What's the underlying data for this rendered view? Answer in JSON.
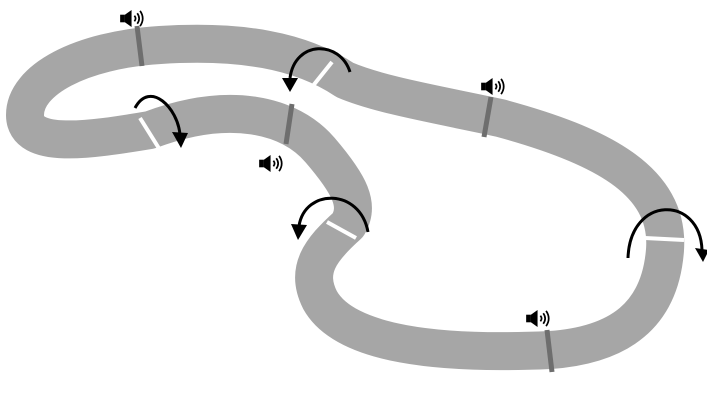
{
  "diagram": {
    "kind": "closed-loop-track",
    "colors": {
      "background": "#ffffff",
      "track": "#a6a6a6",
      "track_marker": "#6e6e6e",
      "gap": "#ffffff",
      "arrow": "#000000",
      "speaker_icon": "#000000"
    },
    "track": {
      "name": "loop-track"
    },
    "track_markers": [
      {
        "name": "track-marker-1"
      },
      {
        "name": "track-marker-2"
      },
      {
        "name": "track-marker-3"
      },
      {
        "name": "track-marker-4"
      }
    ],
    "track_gaps": [
      {
        "name": "track-gap-1"
      },
      {
        "name": "track-gap-2"
      },
      {
        "name": "track-gap-3"
      },
      {
        "name": "track-gap-4"
      }
    ],
    "curved_arrows": [
      {
        "name": "curved-arrow-icon-1",
        "direction": "counterclockwise"
      },
      {
        "name": "curved-arrow-icon-2",
        "direction": "clockwise"
      },
      {
        "name": "curved-arrow-icon-3",
        "direction": "counterclockwise"
      },
      {
        "name": "curved-arrow-icon-4",
        "direction": "clockwise"
      }
    ],
    "speaker_icons": [
      {
        "name": "speaker-icon-1",
        "icon": "speaker-icon"
      },
      {
        "name": "speaker-icon-2",
        "icon": "speaker-icon"
      },
      {
        "name": "speaker-icon-3",
        "icon": "speaker-icon"
      },
      {
        "name": "speaker-icon-4",
        "icon": "speaker-icon"
      },
      {
        "name": "speaker-icon-5",
        "icon": "speaker-icon"
      }
    ]
  }
}
